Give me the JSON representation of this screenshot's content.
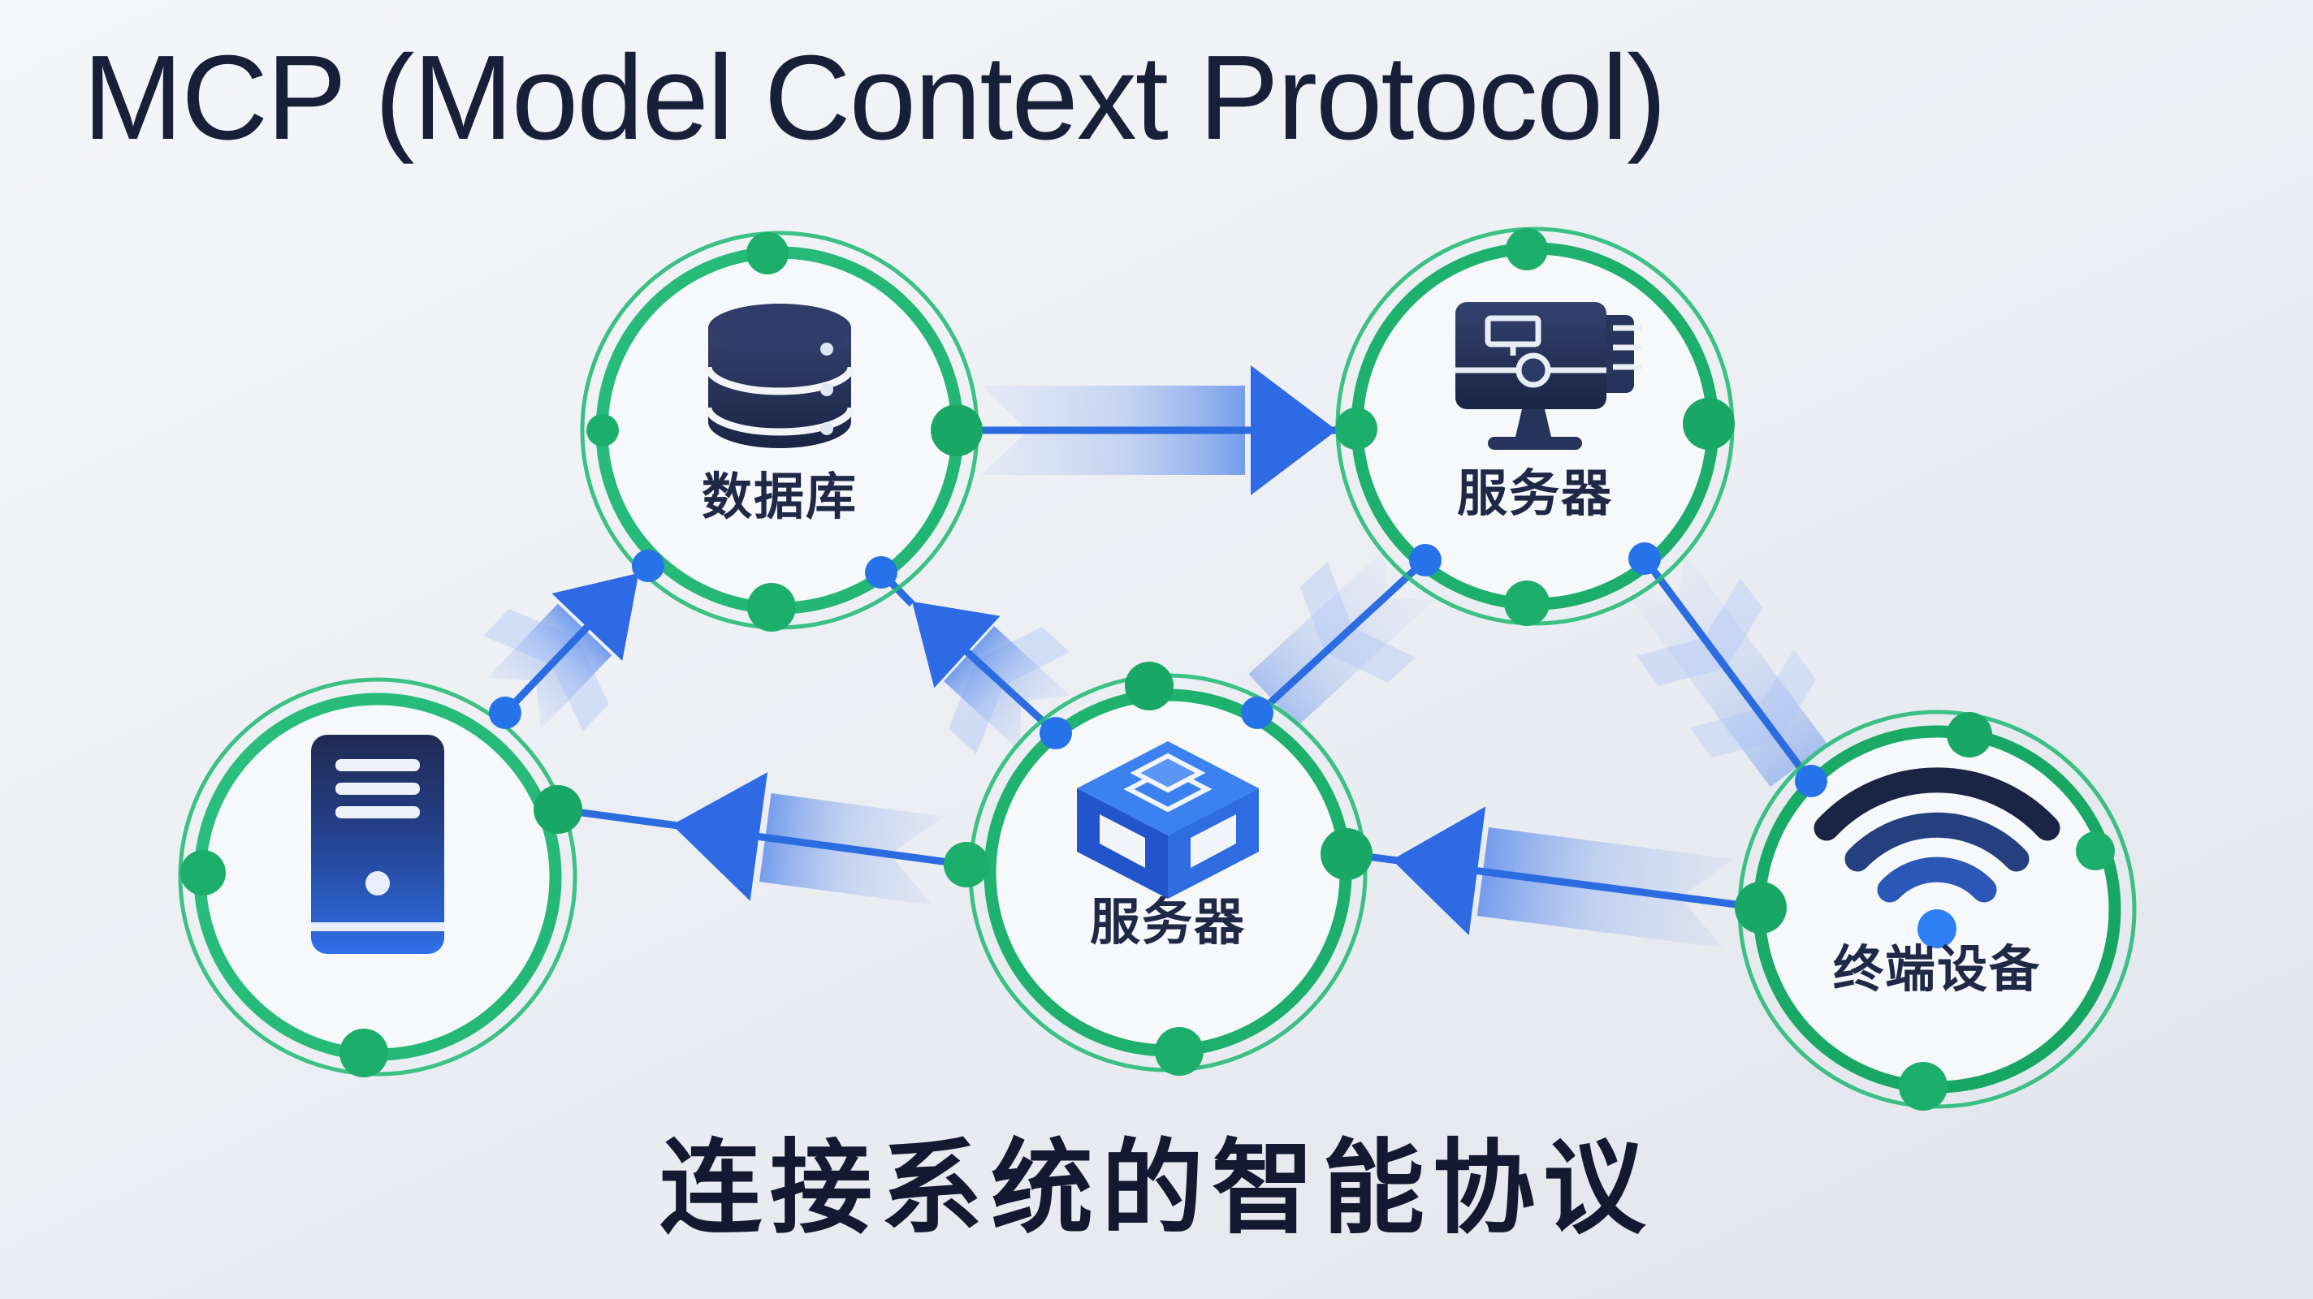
{
  "title": "MCP (Model Context Protocol)",
  "caption": "连接系统的智能协议",
  "nodes": [
    {
      "id": "database",
      "label": "数据库",
      "icon": "database-icon"
    },
    {
      "id": "server-top",
      "label": "服务器",
      "icon": "monitor-server-icon"
    },
    {
      "id": "tower-host",
      "label": "",
      "icon": "tower-pc-icon"
    },
    {
      "id": "server-middle",
      "label": "服务器",
      "icon": "cube-server-icon"
    },
    {
      "id": "terminal-devices",
      "label": "终端设备",
      "icon": "wifi-icon"
    }
  ],
  "connections": [
    {
      "from": "database",
      "to": "server-top",
      "type": "arrow",
      "direction": "right"
    },
    {
      "from": "server-middle",
      "to": "database",
      "type": "arrow",
      "direction": "up-left"
    },
    {
      "from": "tower-host",
      "to": "database",
      "type": "arrow",
      "direction": "up-right"
    },
    {
      "from": "server-top",
      "to": "server-middle",
      "type": "line",
      "direction": "down-left"
    },
    {
      "from": "server-top",
      "to": "terminal-devices",
      "type": "line",
      "direction": "down-right"
    },
    {
      "from": "terminal-devices",
      "to": "server-middle",
      "type": "arrow",
      "direction": "left"
    },
    {
      "from": "server-middle",
      "to": "tower-host",
      "type": "arrow",
      "direction": "left"
    }
  ],
  "colors": {
    "ring_green": "#22b573",
    "dot_green": "#1cae6b",
    "link_blue": "#2b6ce0",
    "arrow_blue": "#2e6ae4",
    "icon_navy": "#232f54",
    "icon_bright_blue": "#2f6fe9",
    "text_dark": "#171f39",
    "background": "#eef0f4"
  }
}
